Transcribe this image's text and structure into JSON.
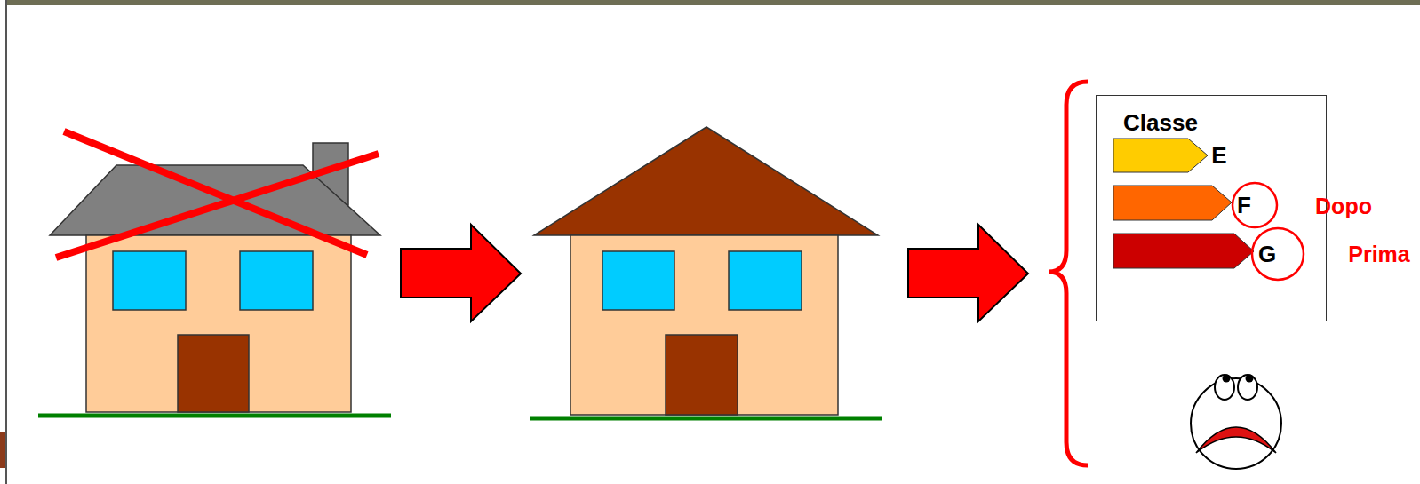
{
  "diagram": {
    "nodes": [
      {
        "text": [
          "Classe"
        ]
      }
    ],
    "labels": [
      "E",
      "F",
      "Dopo",
      "G",
      "Prima"
    ]
  }
}
